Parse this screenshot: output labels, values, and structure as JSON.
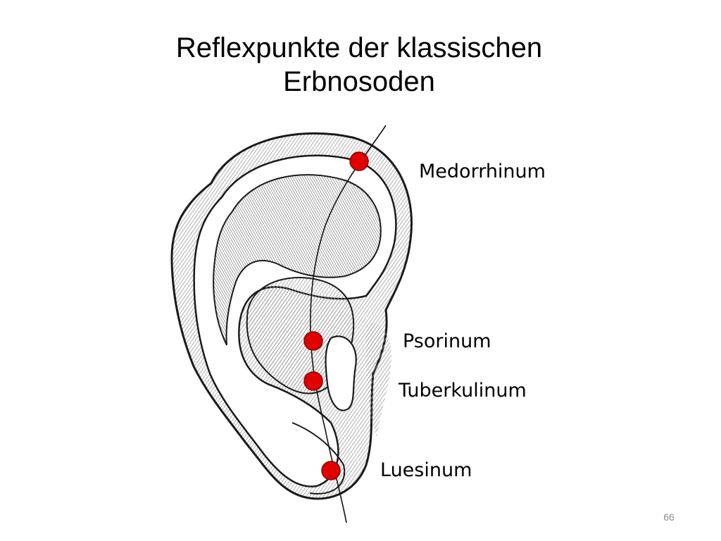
{
  "slide": {
    "title_line1": "Reflexpunkte der klassischen",
    "title_line2": "Erbnosoden",
    "page_number": "66"
  },
  "points": [
    {
      "label": "Medorrhinum"
    },
    {
      "label": "Psorinum"
    },
    {
      "label": "Tuberkulinum"
    },
    {
      "label": "Luesinum"
    }
  ],
  "colors": {
    "marker_fill": "#e00000",
    "marker_stroke": "#8a0000",
    "drawing_ink": "#1a1a1a",
    "shade": "#b5b5b5"
  }
}
